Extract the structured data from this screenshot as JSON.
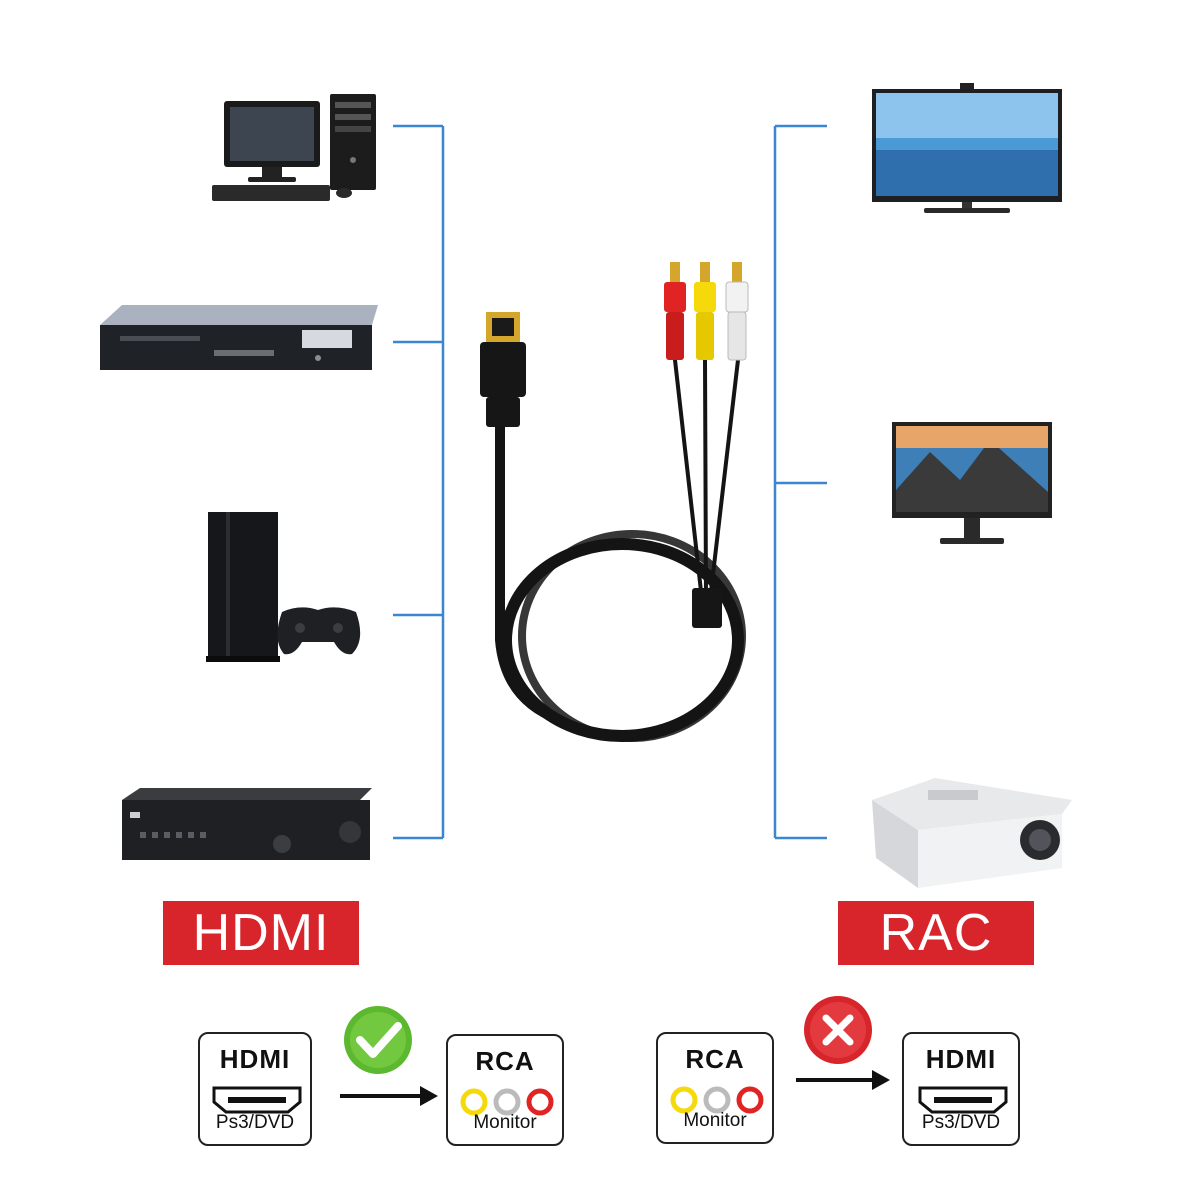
{
  "labels": {
    "left_banner": "HDMI",
    "right_banner": "RAC"
  },
  "compat": {
    "left_pair": {
      "from": {
        "head": "HDMI",
        "sub": "Ps3/DVD"
      },
      "to": {
        "head": "RCA",
        "sub": "Monitor"
      },
      "status_icon": "check-icon"
    },
    "right_pair": {
      "from": {
        "head": "RCA",
        "sub": "Monitor"
      },
      "to": {
        "head": "HDMI",
        "sub": "Ps3/DVD"
      },
      "status_icon": "cross-icon"
    }
  },
  "devices": {
    "left": [
      "desktop-computer-icon",
      "dvd-player-icon",
      "game-console-icon",
      "dvr-recorder-icon"
    ],
    "right": [
      "tv-icon",
      "monitor-icon",
      "projector-icon"
    ]
  },
  "colors": {
    "banner": "#d8242b",
    "connector_line": "#3a86d0",
    "check": "#5cb82e",
    "cross": "#d8242b",
    "rca_red": "#e02323",
    "rca_yellow": "#f5d90a",
    "rca_white": "#f2f2f2"
  }
}
